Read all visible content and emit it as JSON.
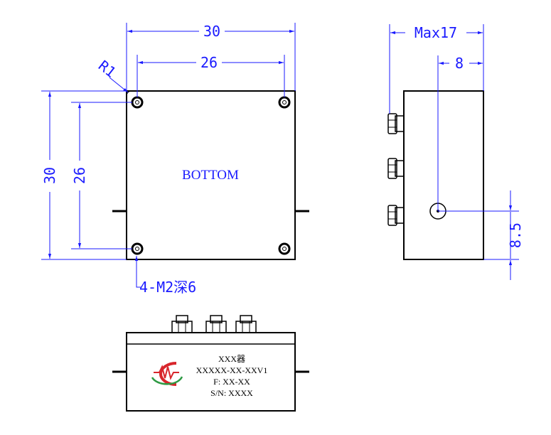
{
  "bottom_view": {
    "label": "BOTTOM",
    "dim_width_outer": "30",
    "dim_width_inner": "26",
    "dim_height_outer": "30",
    "dim_height_inner": "26",
    "radius_label": "R1",
    "hole_callout": "4-M2深6"
  },
  "side_view": {
    "dim_max": "Max17",
    "dim_offset": "8",
    "dim_height": "8.5"
  },
  "front_view": {
    "line1": "XXX器",
    "line2": "XXXXX-XX-XXV1",
    "line3": "F: XX-XX",
    "line4": "S/N: XXXX",
    "logo_icon": "cmw-logo-icon"
  },
  "colors": {
    "dimension": "#1a1aff",
    "outline": "#000000",
    "logo_red": "#d8262c",
    "logo_green": "#2e9a44"
  }
}
